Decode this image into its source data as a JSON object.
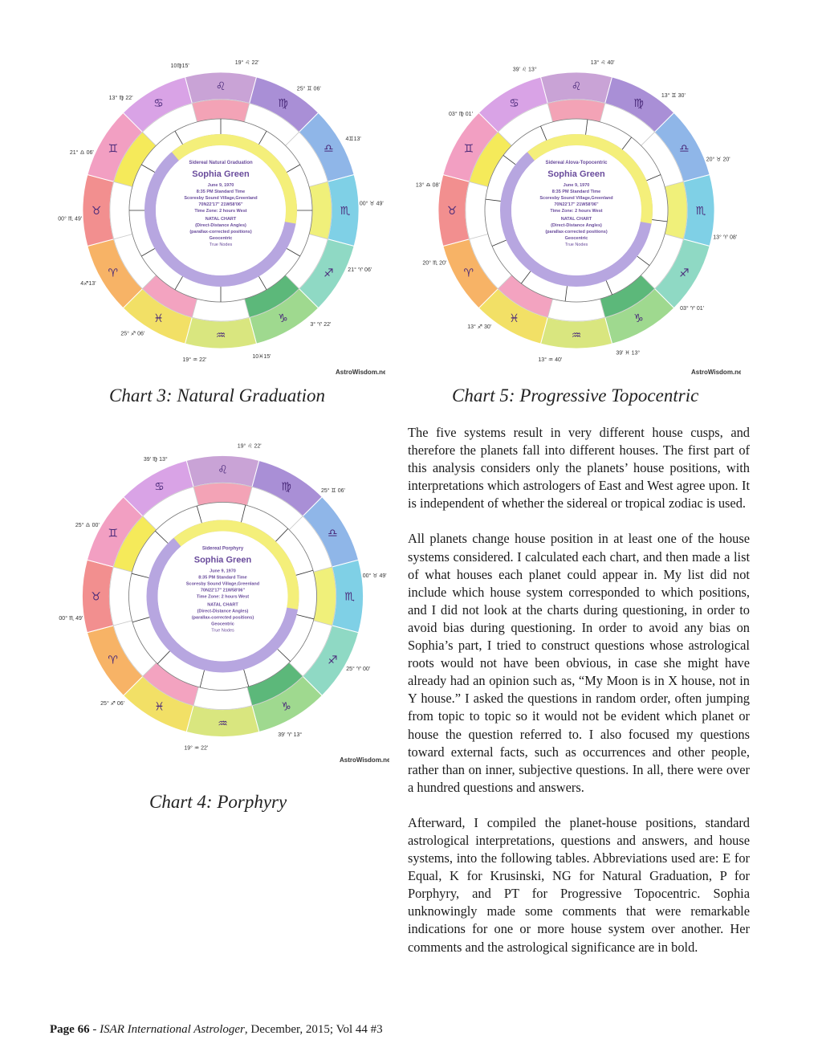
{
  "charts": [
    {
      "id": "chart3",
      "caption": "Chart 3: Natural Graduation",
      "system": "Natural Graduation",
      "title": "Sidereal Natural Graduation",
      "name": "Sophia Green",
      "date": "June 9, 1970",
      "time": "8:35 PM    Standard Time",
      "place": "Scoresby Sound Village,Greenland",
      "coords": "70N22'17\"  21W58'06\"",
      "zone": "Time Zone: 2 hours West",
      "type": "NATAL CHART",
      "method1": "(Direct-Distance Angles)",
      "method2": "(parallax-corrected positions)",
      "center": "Geocentric",
      "nodes": "True Nodes",
      "credit": "AstroWisdom.net",
      "cusp_labels": [
        "19° ♌ 22'",
        "25° ♊ 06'",
        "4♊13'",
        "00° ♉ 49'",
        "21° ♈ 06'",
        "3° ♈ 22'",
        "10♓15'",
        "19° ♒ 22'",
        "25° ♐ 06'",
        "4♐13'",
        "00° ♏ 49'",
        "21° ♎ 06'",
        "13° ♍ 22'",
        "10♍15'"
      ]
    },
    {
      "id": "chart5",
      "caption": "Chart 5: Progressive Topocentric",
      "system": "Alova-Topocentric",
      "title": "Sidereal Alova-Topocentric",
      "name": "Sophia Green",
      "date": "June 9, 1970",
      "time": "8:35 PM    Standard Time",
      "place": "Scoresby Sound Village,Greenland",
      "coords": "70N22'17\"  21W58'06\"",
      "zone": "Time Zone: 2 hours West",
      "type": "NATAL CHART",
      "method1": "(Direct-Distance Angles)",
      "method2": "(parallax-corrected positions)",
      "center": "Geocentric",
      "nodes": "True Nodes",
      "credit": "AstroWisdom.net",
      "cusp_labels": [
        "13° ♌ 40'",
        "13° ♊ 30'",
        "20° ♉ 20'",
        "13° ♈ 08'",
        "03° ♈ 01'",
        "39' ♓ 13°",
        "13° ♒ 40'",
        "13° ♐ 30'",
        "20° ♏ 20'",
        "13° ♎ 08'",
        "03° ♍ 01'",
        "39' ♌ 13°"
      ]
    },
    {
      "id": "chart4",
      "caption": "Chart 4: Porphyry",
      "system": "Porphyry",
      "title": "Sidereal Porphyry",
      "name": "Sophia Green",
      "date": "June 9, 1970",
      "time": "8:35 PM    Standard Time",
      "place": "Scoresby Sound Village,Greenland",
      "coords": "70N22'17\"  21W58'06\"",
      "zone": "Time Zone: 2 hours West",
      "type": "NATAL CHART",
      "method1": "(Direct-Distance Angles)",
      "method2": "(parallax-corrected positions)",
      "center": "Geocentric",
      "nodes": "True Nodes",
      "credit": "AstroWisdom.net",
      "cusp_labels": [
        "19° ♌ 22'",
        "25° ♊ 06'",
        "00° ♉ 49'",
        "25° ♈ 00'",
        "39' ♈ 13°",
        "19° ♒ 22'",
        "25° ♐ 06'",
        "00° ♏ 49'",
        "25° ♎ 00'",
        "39' ♍ 13°"
      ]
    }
  ],
  "body": {
    "p1": "The five systems result in very different house cusps, and therefore the planets fall into different houses. The first part of this analysis considers only the planets’ house positions, with interpretations which astrologers of East and West agree upon. It is independent of whether the sidereal or tropical zodiac is used.",
    "p2": "All planets change house position in at least one of the house systems considered. I calculated each chart, and then made a list of what houses each planet could appear in. My list did not include which house system corresponded to which positions, and I did not look at the charts during questioning, in order to avoid bias during questioning. In order to avoid any bias on Sophia’s part, I tried to construct questions whose astrological roots would not have been obvious, in case she might have already had an opinion such as, “My Moon is in X house, not in Y house.” I asked the questions in random order, often jumping from topic to topic so it would not be evident which planet or house the question referred to. I also focused my questions toward external facts, such as occurrences and other people, rather than on inner, subjective questions. In all, there were over a hundred questions and answers.",
    "p3": "Afterward, I compiled the planet-house positions, standard astrological interpretations, questions and answers, and house systems, into the following tables. Abbreviations used are: E for Equal, K for Krusinski, NG for Natural Graduation, P for Porphyry, and PT for Progressive Topocentric. Sophia unknowingly made some comments that were remarkable indications for one or more house system over another. Her comments and the astrological significance are in bold."
  },
  "footer": {
    "page": "Page 66",
    "sep": " - ",
    "journal": "ISAR International Astrologer",
    "details": ", December, 2015; Vol 44 #3"
  },
  "colors": {
    "wheel_segments": [
      "#c9a3d6",
      "#a98fd6",
      "#8fb6e8",
      "#7fd0e6",
      "#8fd9c4",
      "#9fd98f",
      "#d9e67f",
      "#f2e066",
      "#f7b366",
      "#f28f8f",
      "#f29fc2",
      "#d9a3e6"
    ],
    "house_ring": [
      "#f3a3b6",
      "#ffffff",
      "#ffffff",
      "#f0f07a",
      "#ffffff",
      "#5cb87a",
      "#ffffff",
      "#f3a3c0",
      "#ffffff",
      "#ffffff",
      "#f5ea5a",
      "#ffffff"
    ],
    "inner_ring": "#b7a6e0",
    "inner_ring_hi": "#f4ef7a",
    "lines": "#333333",
    "glyph": "#4a2a7a"
  }
}
